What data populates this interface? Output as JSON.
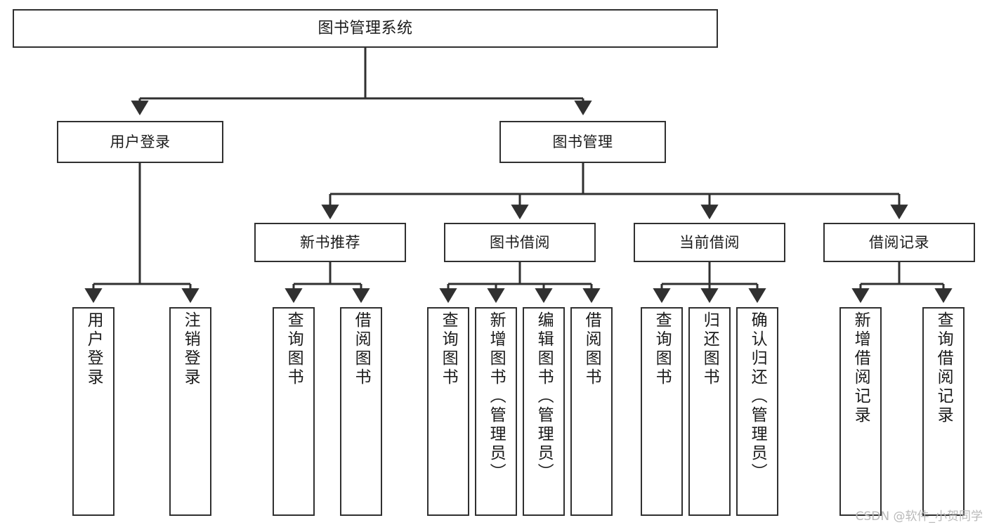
{
  "diagram": {
    "title": "图书管理系统",
    "type": "tree-hierarchy",
    "accent_line_color": "#303030",
    "box_fill_color": "#ffffff",
    "text_color": "#1b1b1b"
  },
  "watermark": {
    "text": "CSDN @软件_小贺同学",
    "color": "#b9b9b9"
  },
  "nodes": {
    "root": {
      "label": "图书管理系统"
    },
    "level2": [
      {
        "label": "用户登录"
      },
      {
        "label": "图书管理"
      }
    ],
    "level3": [
      {
        "label": "新书推荐"
      },
      {
        "label": "图书借阅"
      },
      {
        "label": "当前借阅"
      },
      {
        "label": "借阅记录"
      }
    ],
    "leaves": [
      {
        "label": "用户登录"
      },
      {
        "label": "注销登录"
      },
      {
        "label": "查询图书"
      },
      {
        "label": "借阅图书"
      },
      {
        "label": "查询图书"
      },
      {
        "label": "新增图书（管理员）"
      },
      {
        "label": "编辑图书（管理员）"
      },
      {
        "label": "借阅图书"
      },
      {
        "label": "查询图书"
      },
      {
        "label": "归还图书"
      },
      {
        "label": "确认归还（管理员）"
      },
      {
        "label": "新增借阅记录"
      },
      {
        "label": "查询借阅记录"
      }
    ]
  }
}
